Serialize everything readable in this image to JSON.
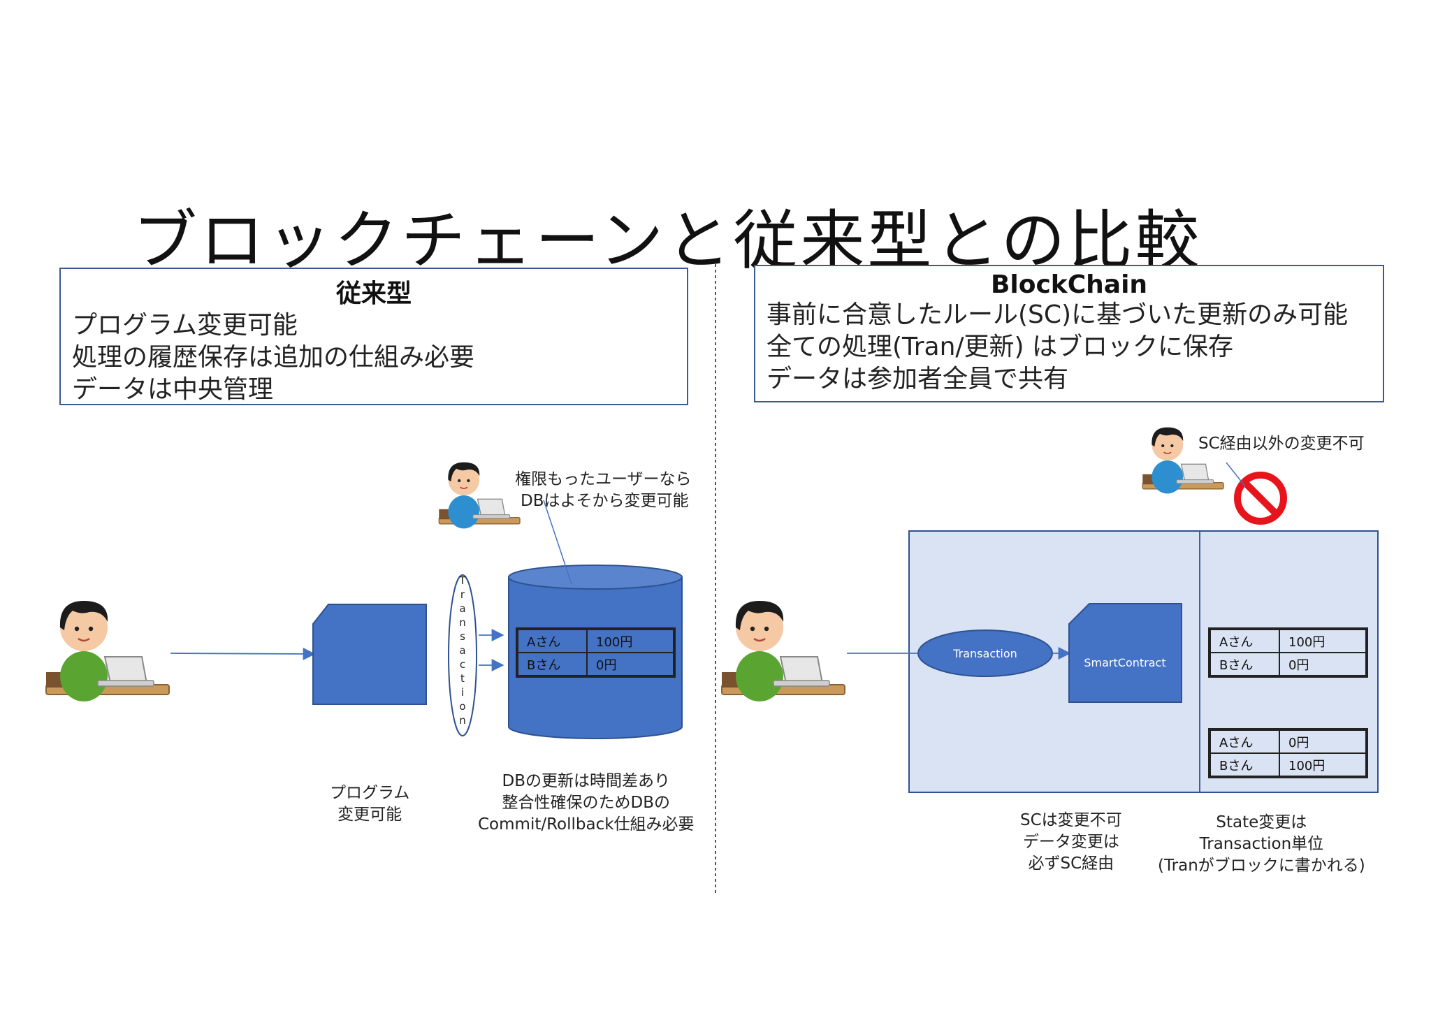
{
  "title": "ブロックチェーンと従来型との比較",
  "left": {
    "heading": "従来型",
    "lines": [
      "プログラム変更可能",
      "処理の履歴保存は追加の仕組み必要",
      "データは中央管理"
    ],
    "transaction_label": "Transaction",
    "admin_note": [
      "権限もったユーザーなら",
      "DBはよそから変更可能"
    ],
    "program_note": [
      "プログラム",
      "変更可能"
    ],
    "db_note": [
      "DBの更新は時間差あり",
      "整合性確保のためDBの",
      "Commit/Rollback仕組み必要"
    ],
    "db_table": [
      [
        "Aさん",
        "100円"
      ],
      [
        "Bさん",
        "0円"
      ]
    ]
  },
  "right": {
    "heading": "BlockChain",
    "lines": [
      "事前に合意したルール(SC)に基づいた更新のみ可能",
      "全ての処理(Tran/更新) はブロックに保存",
      "データは参加者全員で共有"
    ],
    "sc_note": "SC経由以外の変更不可",
    "transaction_label": "Transaction",
    "smartcontract_label": "SmartContract",
    "state_before": [
      [
        "Aさん",
        "100円"
      ],
      [
        "Bさん",
        "0円"
      ]
    ],
    "state_after": [
      [
        "Aさん",
        "0円"
      ],
      [
        "Bさん",
        "100円"
      ]
    ],
    "sc_caption": [
      "SCは変更不可",
      "データ変更は",
      "必ずSC経由"
    ],
    "state_caption": [
      "State変更は",
      "Transaction単位",
      "(Tranがブロックに書かれる)"
    ]
  },
  "colors": {
    "shape_fill": "#4472c4",
    "shape_stroke": "#2f528f",
    "panel_fill": "#dae3f3",
    "forbidden": "#e8141c",
    "box_border": "#3b5a8f"
  }
}
